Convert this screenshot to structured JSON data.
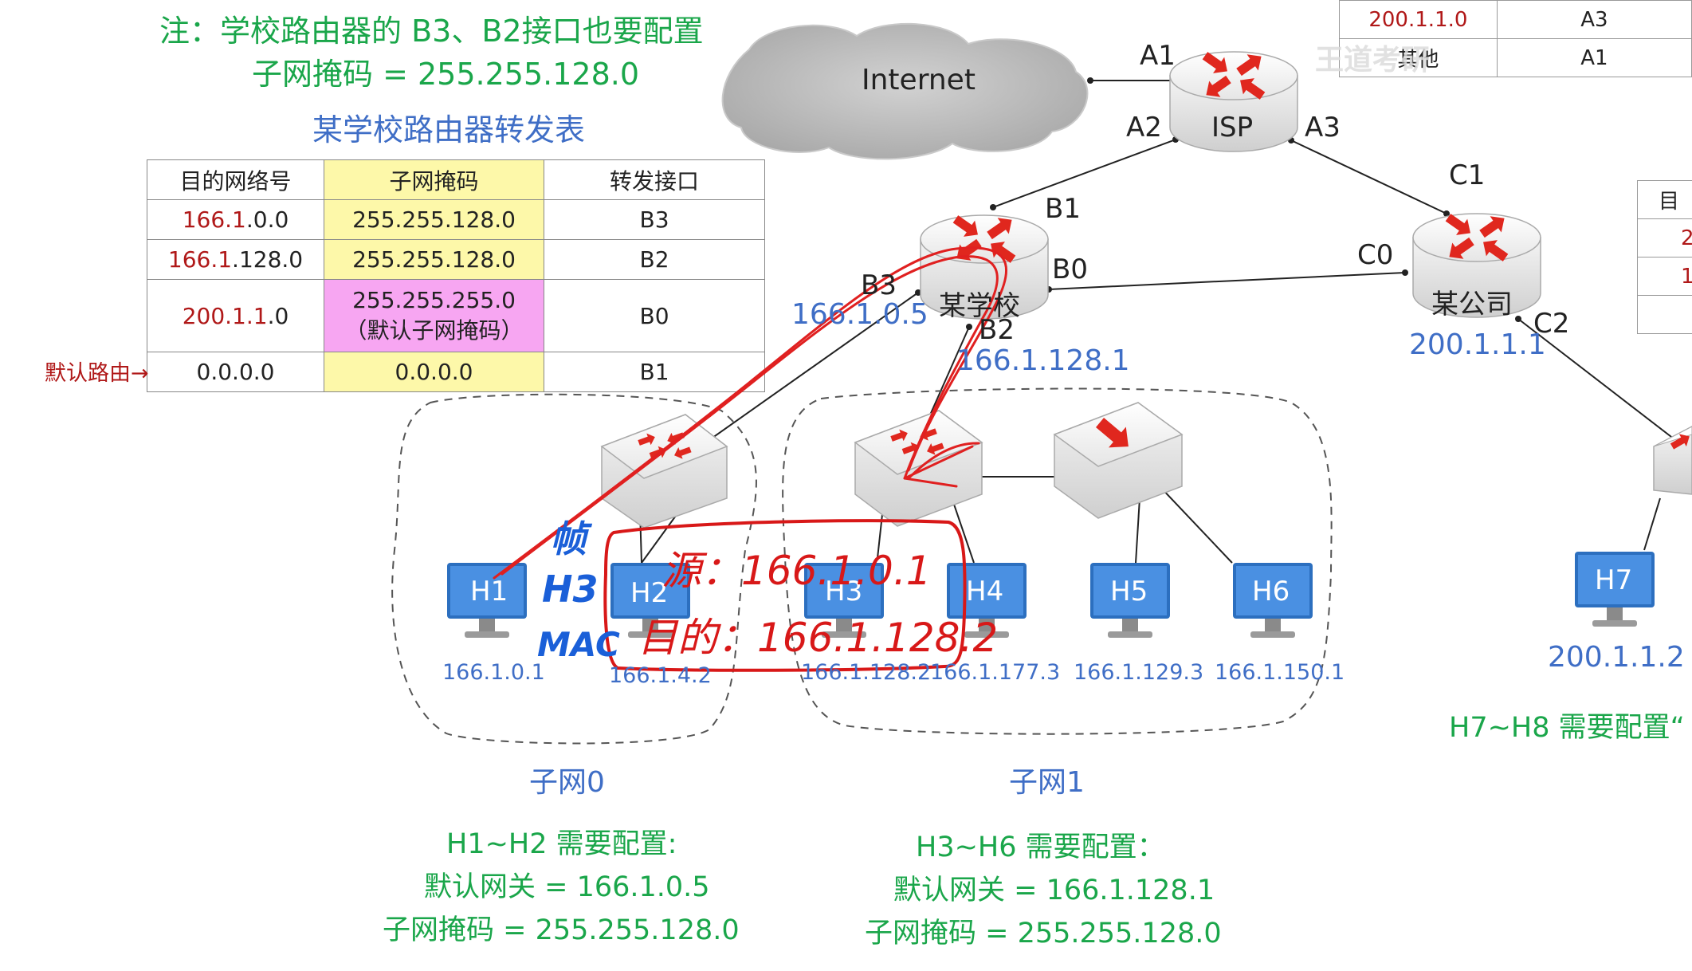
{
  "note": {
    "line1": "注：学校路由器的 B3、B2接口也要配置",
    "line2": "子网掩码 = 255.255.128.0"
  },
  "routing_table": {
    "title": "某学校路由器转发表",
    "headers": [
      "目的网络号",
      "子网掩码",
      "转发接口"
    ],
    "rows": [
      {
        "dest_prefix": "166.1",
        "dest_rest": ".0.0",
        "mask": "255.255.128.0",
        "mask_note": "",
        "iface": "B3"
      },
      {
        "dest_prefix": "166.1",
        "dest_rest": ".128.0",
        "mask": "255.255.128.0",
        "mask_note": "",
        "iface": "B2"
      },
      {
        "dest_prefix": "200.1.1",
        "dest_rest": ".0",
        "mask": "255.255.255.0",
        "mask_note": "（默认子网掩码）",
        "iface": "B0"
      },
      {
        "dest_prefix": "",
        "dest_rest": "0.0.0.0",
        "mask": "0.0.0.0",
        "mask_note": "",
        "iface": "B1"
      }
    ],
    "default_route_label": "默认路由→"
  },
  "isp_table": {
    "rows": [
      {
        "dest": "200.1.1.0",
        "iface": "A3"
      },
      {
        "dest": "其他",
        "iface": "A1"
      }
    ]
  },
  "right_table": {
    "cells": [
      "目",
      "2",
      "1"
    ]
  },
  "internet_label": "Internet",
  "routers": {
    "isp": {
      "name": "ISP",
      "ports": [
        "A1",
        "A2",
        "A3"
      ]
    },
    "school": {
      "name": "某学校",
      "ports": [
        "B1",
        "B0",
        "B3",
        "B2"
      ],
      "b3_ip": "166.1.0.5",
      "b2_ip": "166.1.128.1"
    },
    "company": {
      "name": "某公司",
      "ports": [
        "C1",
        "C0",
        "C2"
      ],
      "c_ip": "200.1.1.1"
    }
  },
  "hosts": [
    {
      "name": "H1",
      "ip": "166.1.0.1"
    },
    {
      "name": "H2",
      "ip": "166.1.4.2"
    },
    {
      "name": "H3",
      "ip": "166.1.128.2"
    },
    {
      "name": "H4",
      "ip": "166.1.177.3"
    },
    {
      "name": "H5",
      "ip": "166.1.129.3"
    },
    {
      "name": "H6",
      "ip": "166.1.150.1"
    },
    {
      "name": "H7",
      "ip": "200.1.1.2"
    }
  ],
  "subnets": {
    "subnet0": "子网0",
    "subnet1": "子网1"
  },
  "config": {
    "h1h2": {
      "title": "H1~H2 需要配置:",
      "gateway": "默认网关 = 166.1.0.5",
      "mask": "子网掩码 = 255.255.128.0"
    },
    "h3h6": {
      "title": "H3~H6 需要配置：",
      "gateway": "默认网关 = 166.1.128.1",
      "mask": "子网掩码 = 255.255.128.0"
    },
    "h7h8": {
      "title": "H7~H8 需要配置“"
    }
  },
  "handwriting": {
    "blue_line1": "帧",
    "blue_line2": "H3",
    "blue_line3": "MAC",
    "red_src": "源：166.1.0.1",
    "red_dst": "目的：166.1.128.2"
  },
  "watermark": "王道考研",
  "colors": {
    "note_green": "#1aa64a",
    "ip_blue": "#3f6ec6",
    "dest_red": "#b01818",
    "mask_yellow": "#fdf8a9",
    "mask_pink": "#f7a6f2",
    "router_arrow_red": "#e0271e",
    "host_blue": "#2c6fbf",
    "annotation_red": "#d81818",
    "annotation_blue": "#1a5fd8"
  }
}
